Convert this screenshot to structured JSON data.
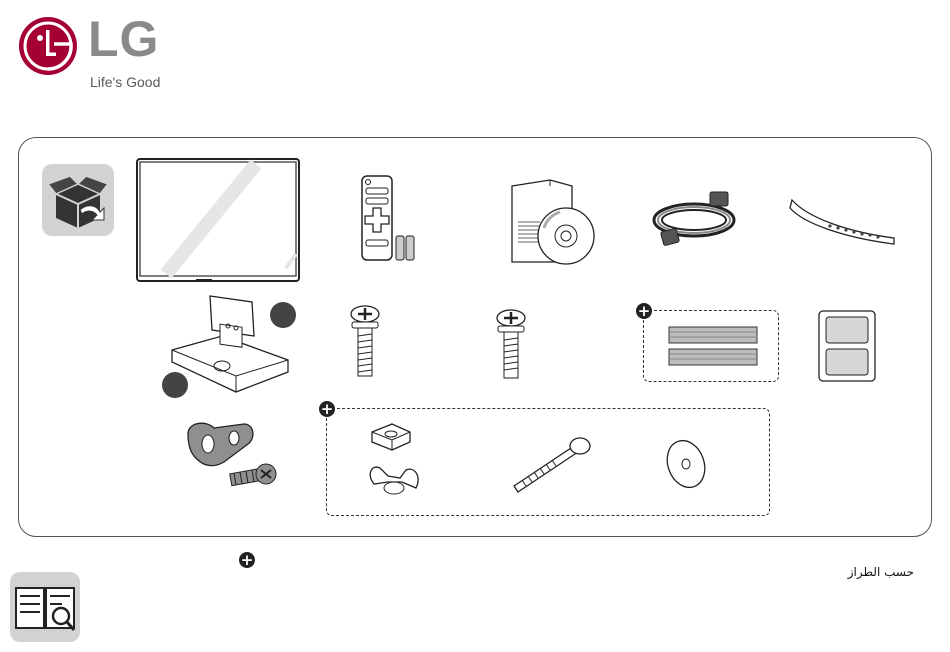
{
  "brand": {
    "logo_text": "LG",
    "tagline": "Life's Good",
    "color": "#a50034"
  },
  "accessories": [
    {
      "name": "Box icon"
    },
    {
      "name": "TV"
    },
    {
      "name": "Remote control and batteries"
    },
    {
      "name": "Manual and CD"
    },
    {
      "name": "Power cord"
    },
    {
      "name": "Cable holder"
    },
    {
      "name": "Stand"
    },
    {
      "name": "Stand screw"
    },
    {
      "name": "Stand screw"
    },
    {
      "name": "Foam strips"
    },
    {
      "name": "Cable covers"
    },
    {
      "name": "Cable clamp and screw"
    },
    {
      "name": "Wing nut set"
    },
    {
      "name": "Bolt"
    },
    {
      "name": "Washer"
    }
  ],
  "optional_symbol": "+",
  "note_text": "حسب الطراز"
}
